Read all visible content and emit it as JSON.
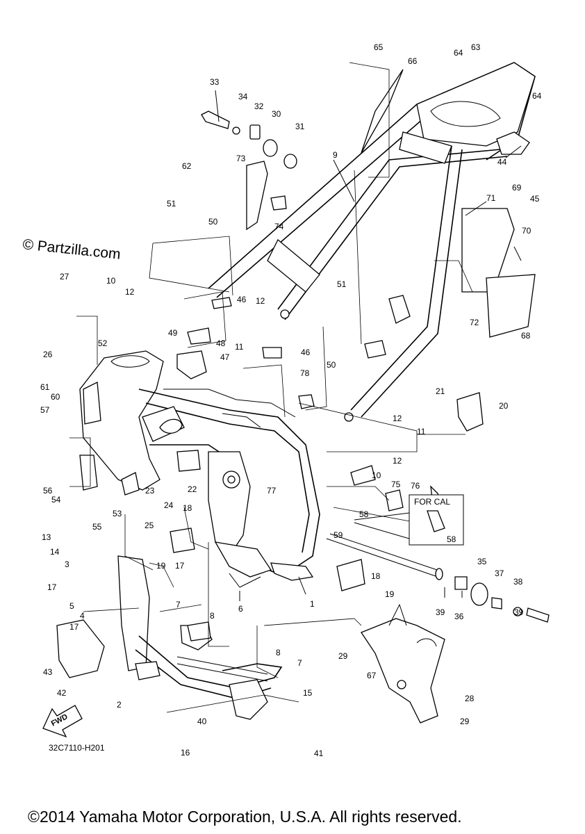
{
  "watermark": "© Partzilla.com",
  "diagram_code": "32C7110-H201",
  "copyright": "©2014 Yamaha Motor Corporation, U.S.A. All rights reserved.",
  "fwd_label": "FWD",
  "callout_box": {
    "title": "FOR CAL",
    "part": "58"
  },
  "callouts": [
    {
      "n": "1"
    },
    {
      "n": "2"
    },
    {
      "n": "3"
    },
    {
      "n": "4"
    },
    {
      "n": "5"
    },
    {
      "n": "6"
    },
    {
      "n": "7"
    },
    {
      "n": "7"
    },
    {
      "n": "8"
    },
    {
      "n": "8"
    },
    {
      "n": "9"
    },
    {
      "n": "10"
    },
    {
      "n": "10"
    },
    {
      "n": "11"
    },
    {
      "n": "11"
    },
    {
      "n": "12"
    },
    {
      "n": "12"
    },
    {
      "n": "12"
    },
    {
      "n": "12"
    },
    {
      "n": "13"
    },
    {
      "n": "14"
    },
    {
      "n": "15"
    },
    {
      "n": "16"
    },
    {
      "n": "17"
    },
    {
      "n": "17"
    },
    {
      "n": "17"
    },
    {
      "n": "18"
    },
    {
      "n": "18"
    },
    {
      "n": "19"
    },
    {
      "n": "19"
    },
    {
      "n": "20"
    },
    {
      "n": "21"
    },
    {
      "n": "22"
    },
    {
      "n": "23"
    },
    {
      "n": "24"
    },
    {
      "n": "25"
    },
    {
      "n": "26"
    },
    {
      "n": "27"
    },
    {
      "n": "28"
    },
    {
      "n": "29"
    },
    {
      "n": "29"
    },
    {
      "n": "30"
    },
    {
      "n": "31"
    },
    {
      "n": "32"
    },
    {
      "n": "33"
    },
    {
      "n": "34"
    },
    {
      "n": "35"
    },
    {
      "n": "36"
    },
    {
      "n": "37"
    },
    {
      "n": "38"
    },
    {
      "n": "39"
    },
    {
      "n": "39"
    },
    {
      "n": "40"
    },
    {
      "n": "41"
    },
    {
      "n": "42"
    },
    {
      "n": "43"
    },
    {
      "n": "44"
    },
    {
      "n": "45"
    },
    {
      "n": "46"
    },
    {
      "n": "46"
    },
    {
      "n": "47"
    },
    {
      "n": "48"
    },
    {
      "n": "49"
    },
    {
      "n": "50"
    },
    {
      "n": "50"
    },
    {
      "n": "51"
    },
    {
      "n": "51"
    },
    {
      "n": "52"
    },
    {
      "n": "53"
    },
    {
      "n": "54"
    },
    {
      "n": "55"
    },
    {
      "n": "56"
    },
    {
      "n": "57"
    },
    {
      "n": "58"
    },
    {
      "n": "59"
    },
    {
      "n": "60"
    },
    {
      "n": "61"
    },
    {
      "n": "62"
    },
    {
      "n": "63"
    },
    {
      "n": "64"
    },
    {
      "n": "64"
    },
    {
      "n": "65"
    },
    {
      "n": "66"
    },
    {
      "n": "67"
    },
    {
      "n": "68"
    },
    {
      "n": "69"
    },
    {
      "n": "70"
    },
    {
      "n": "71"
    },
    {
      "n": "72"
    },
    {
      "n": "73"
    },
    {
      "n": "74"
    },
    {
      "n": "75"
    },
    {
      "n": "76"
    },
    {
      "n": "77"
    },
    {
      "n": "78"
    }
  ]
}
